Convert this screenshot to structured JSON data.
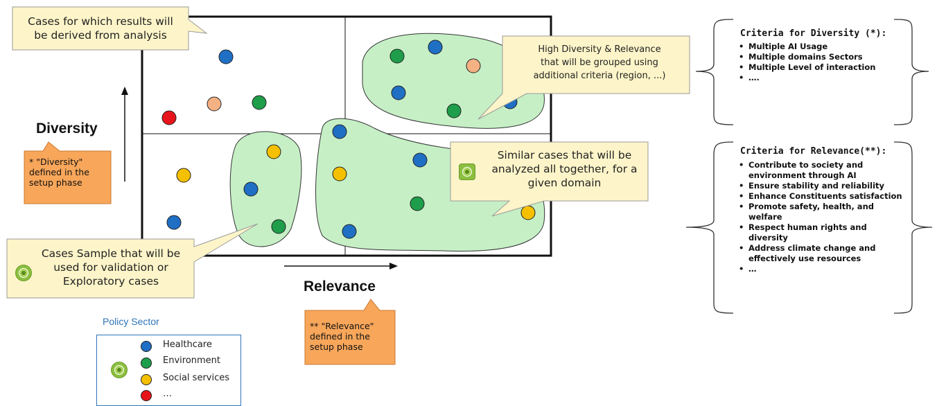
{
  "callouts": {
    "top_left": [
      "Cases for which results will",
      "be derived from analysis"
    ],
    "high_diversity": [
      "High Diversity & Relevance",
      "that will be grouped using",
      "additional criteria (region, ...)"
    ],
    "similar_cases": [
      "Similar cases that will be",
      "analyzed all together, for a",
      "given domain"
    ],
    "sample_cases": [
      "Cases Sample that will be",
      "used for validation or",
      "Exploratory cases"
    ]
  },
  "axes": {
    "y_label": "Diversity",
    "x_label": "Relevance"
  },
  "notes": {
    "diversity": [
      "* \"Diversity\"",
      "defined in the",
      "setup phase"
    ],
    "relevance": [
      "** \"Relevance\"",
      "defined in the",
      "setup phase"
    ]
  },
  "criteria_diversity": {
    "title": "Criteria for Diversity (*):",
    "items": [
      "Multiple AI Usage",
      "Multiple domains Sectors",
      "Multiple Level of interaction",
      "…."
    ]
  },
  "criteria_relevance": {
    "title": "Criteria for Relevance(**):",
    "items": [
      "Contribute to society and environment through AI",
      "Ensure stability and reliability",
      "Enhance Constituents satisfaction",
      "Promote safety, health, and welfare",
      "Respect human rights and diversity",
      "Address climate change and effectively use resources",
      "…"
    ]
  },
  "legend": {
    "title": "Policy Sector",
    "items": [
      {
        "label": "Healthcare",
        "color": "#1f6fc4"
      },
      {
        "label": "Environment",
        "color": "#1e9e4a"
      },
      {
        "label": "Social services",
        "color": "#f5c000"
      },
      {
        "label": "…",
        "color": "#e8141b"
      }
    ]
  },
  "colors": {
    "healthcare": "#1f6fc4",
    "environment": "#1e9e4a",
    "social": "#f5c000",
    "other": "#e8141b",
    "light_orange": "#f4b183",
    "cluster_fill": "#c6efc6",
    "callout_fill": "#fdf5c9",
    "note_fill": "#f7a65a"
  }
}
